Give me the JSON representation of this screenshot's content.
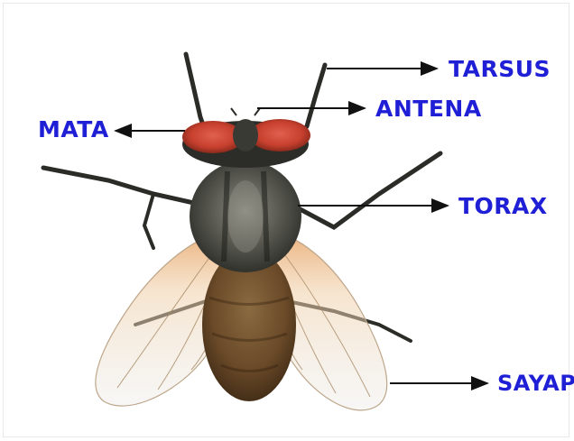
{
  "diagram": {
    "labels": {
      "tarsus": "TARSUS",
      "antena": "ANTENA",
      "mata": "MATA",
      "torax": "TORAX",
      "sayap": "SAYAP"
    },
    "label_color": "#1f1fd6",
    "arrow_color": "#111111"
  }
}
